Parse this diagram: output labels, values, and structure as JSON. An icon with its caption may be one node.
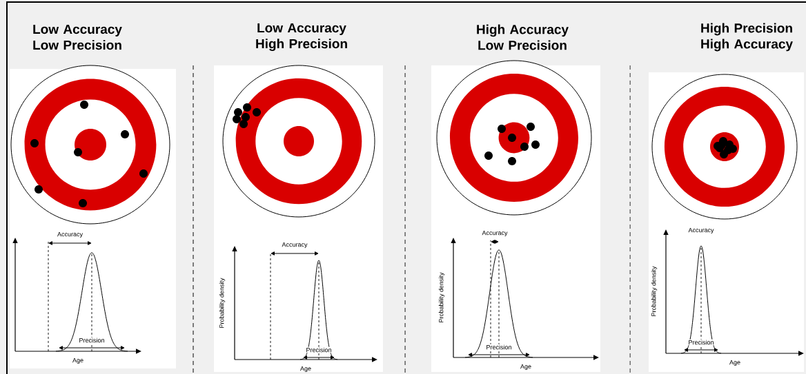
{
  "diagram": {
    "labels": [
      "Low Accuracy Low Precision",
      "Low Accuracy High Precision",
      "High Accuracy Low Precision",
      "High Precision High Accuracy",
      "Accuracy",
      "Precision",
      "Age",
      "Accuracy",
      "Probability density",
      "Precision",
      "Age",
      "Accuracy",
      "Probability density",
      "Precision",
      "Age",
      "Accuracy",
      "Probability density",
      "Precision",
      "Age"
    ]
  }
}
